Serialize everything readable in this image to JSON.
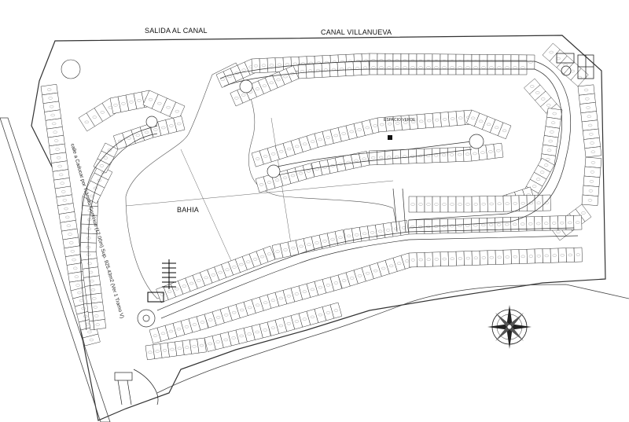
{
  "labels": {
    "salida_canal": "SALIDA AL CANAL",
    "canal_villanueva": "CANAL VILLANUEVA",
    "bahia": "BAHIA",
    "espacio_verde": "ESPACIO VERDE",
    "road_vertical": "calle a Caducar por Tránsito Contínuo (12.00m) Sup. 925.43m2 (Ver 1 Tramo V)"
  },
  "icons": {
    "compass": "compass-rose-icon",
    "tennis_court": "tennis-court-icon",
    "pier": "pier-icon",
    "entrance_gate": "entrance-gate-icon"
  },
  "colors": {
    "line": "#333333",
    "lot_fill": "#ffffff",
    "background": "#ffffff"
  }
}
